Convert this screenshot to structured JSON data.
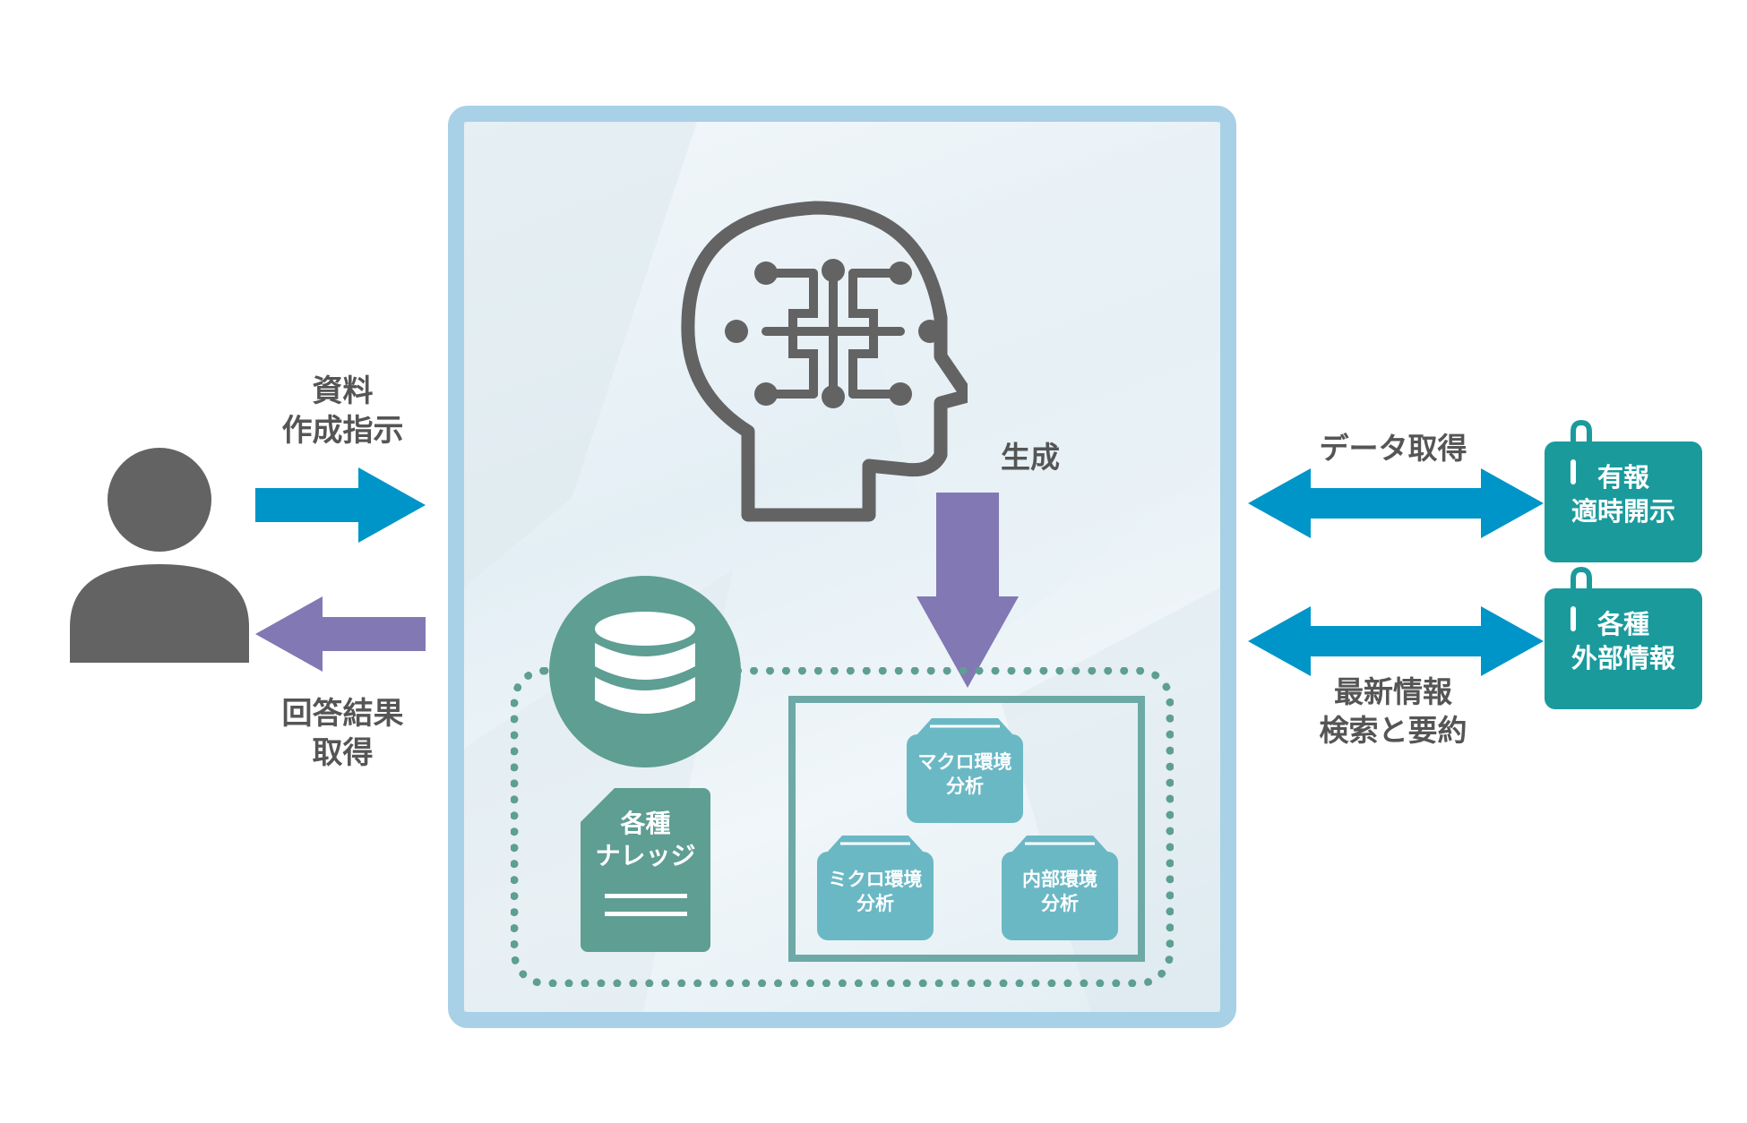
{
  "left": {
    "request_label": [
      "資料",
      "作成指示"
    ],
    "result_label": [
      "回答結果",
      "取得"
    ]
  },
  "center": {
    "generate_label": "生成",
    "knowledge_label": [
      "各種",
      "ナレッジ"
    ],
    "analysis": {
      "macro": [
        "マクロ環境",
        "分析"
      ],
      "micro": [
        "ミクロ環境",
        "分析"
      ],
      "internal": [
        "内部環境",
        "分析"
      ]
    }
  },
  "right": {
    "data_label": "データ取得",
    "search_label": [
      "最新情報",
      "検索と要約"
    ],
    "source1": [
      "有報",
      "適時開示"
    ],
    "source2": [
      "各種",
      "外部情報"
    ]
  },
  "colors": {
    "frame": "#a8d0e6",
    "blue_arrow": "#0095c8",
    "purple_arrow": "#8278b4",
    "teal": "#5e9e93",
    "light_teal": "#6bb8c5",
    "source_teal": "#1b9a9c",
    "gray": "#636363"
  }
}
